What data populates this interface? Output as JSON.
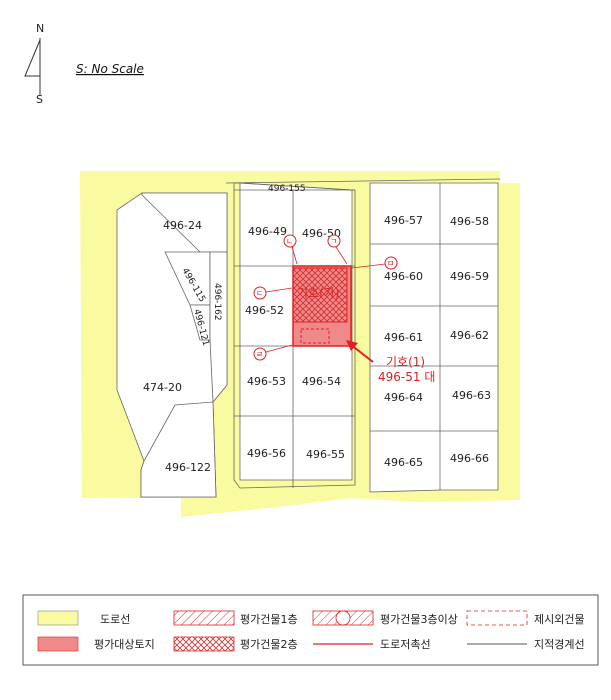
{
  "compass": {
    "north": "N",
    "south": "S"
  },
  "scale_note": "S: No Scale",
  "colors": {
    "road": "#fafaa0",
    "subject_land": "#f08a8a",
    "red": "#e02020",
    "line": "#555555"
  },
  "parcels": {
    "p_496_24": "496-24",
    "p_496_115": "496-115",
    "p_496_162": "496-162",
    "p_496_121": "496-121",
    "p_474_20": "474-20",
    "p_496_122": "496-122",
    "p_496_155": "496-155",
    "p_496_49": "496-49",
    "p_496_50": "496-50",
    "p_496_52": "496-52",
    "p_496_53": "496-53",
    "p_496_54": "496-54",
    "p_496_56": "496-56",
    "p_496_55": "496-55",
    "p_496_57": "496-57",
    "p_496_58": "496-58",
    "p_496_60": "496-60",
    "p_496_59": "496-59",
    "p_496_61": "496-61",
    "p_496_62": "496-62",
    "p_496_64": "496-64",
    "p_496_63": "496-63",
    "p_496_65": "496-65",
    "p_496_66": "496-66"
  },
  "markers": {
    "m1": "ㄴ",
    "m2": "ㄱ",
    "m3": "ㅁ",
    "m4": "ㄷ",
    "m5": "ㄹ"
  },
  "building_label": "기호(가)",
  "callout": {
    "line1": "기호(1)",
    "line2": "496-51 대"
  },
  "legend": {
    "road": "도로선",
    "subject_land": "평가대상토지",
    "bldg_1f": "평가건물1층",
    "bldg_2f": "평가건물2층",
    "bldg_3f": "평가건물3층이상",
    "road_contact": "도로저촉선",
    "excluded_bldg": "제시외건물",
    "cadastral_line": "지적경계선"
  }
}
